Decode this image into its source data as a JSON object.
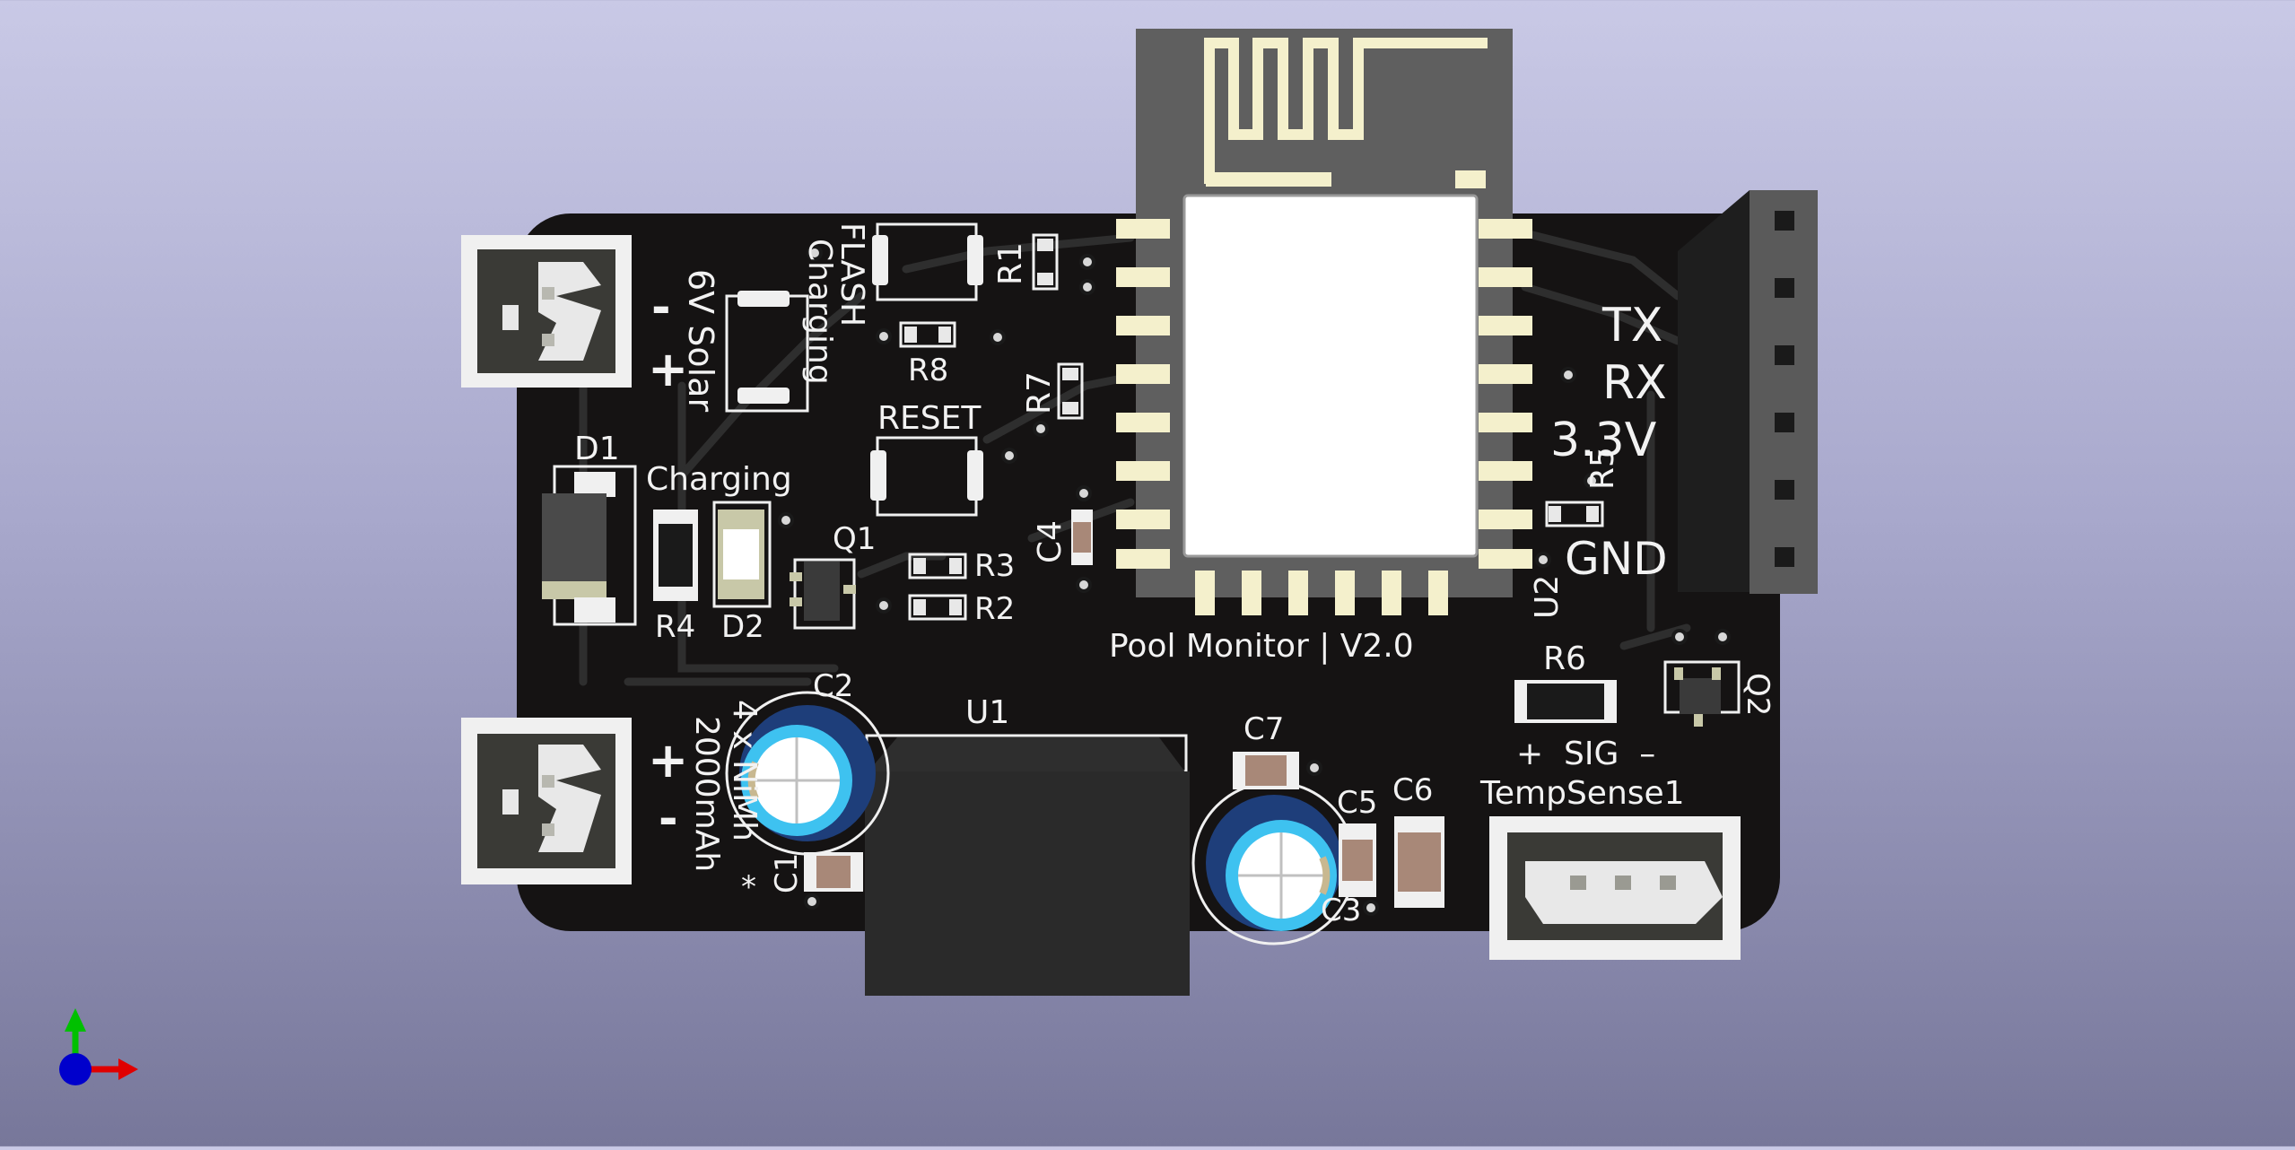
{
  "board": {
    "title": "Pool Monitor | V2.0",
    "colors": {
      "pcb": "#151313",
      "silk": "#f0f0f0",
      "copper": "#f4f0cc",
      "module": "#5f5f5f",
      "bg_top": "#c9c9e6",
      "bg_bottom": "#77779a"
    }
  },
  "labels": {
    "solar_sign_minus": "-",
    "solar_sign_plus": "+",
    "solar": "6V Solar",
    "charging_vertical": "Charging",
    "flash": "FLASH",
    "r1": "R1",
    "r8": "R8",
    "r7": "R7",
    "reset": "RESET",
    "d1": "D1",
    "charging": "Charging",
    "q1": "Q1",
    "r3": "R3",
    "r2": "R2",
    "c4": "C4",
    "r4": "R4",
    "d2": "D2",
    "tx": "TX",
    "rx": "RX",
    "v33": "3.3V",
    "gnd": "GND",
    "r5": "R5",
    "u2": "U2",
    "r6": "R6",
    "q2": "Q2",
    "c2": "C2",
    "u1": "U1",
    "c7": "C7",
    "c5": "C5",
    "c6": "C6",
    "c3": "C3",
    "c1": "C1",
    "batt_plus": "+",
    "batt_minus": "-",
    "batt_line1": "4 x NiMh",
    "batt_line2": "2000mAh",
    "star": "*",
    "sig_row": "+  SIG  –",
    "tempsense": "TempSense1"
  },
  "axes": {
    "x_color": "#e00000",
    "y_color": "#00c000",
    "z_color": "#0000cc"
  }
}
